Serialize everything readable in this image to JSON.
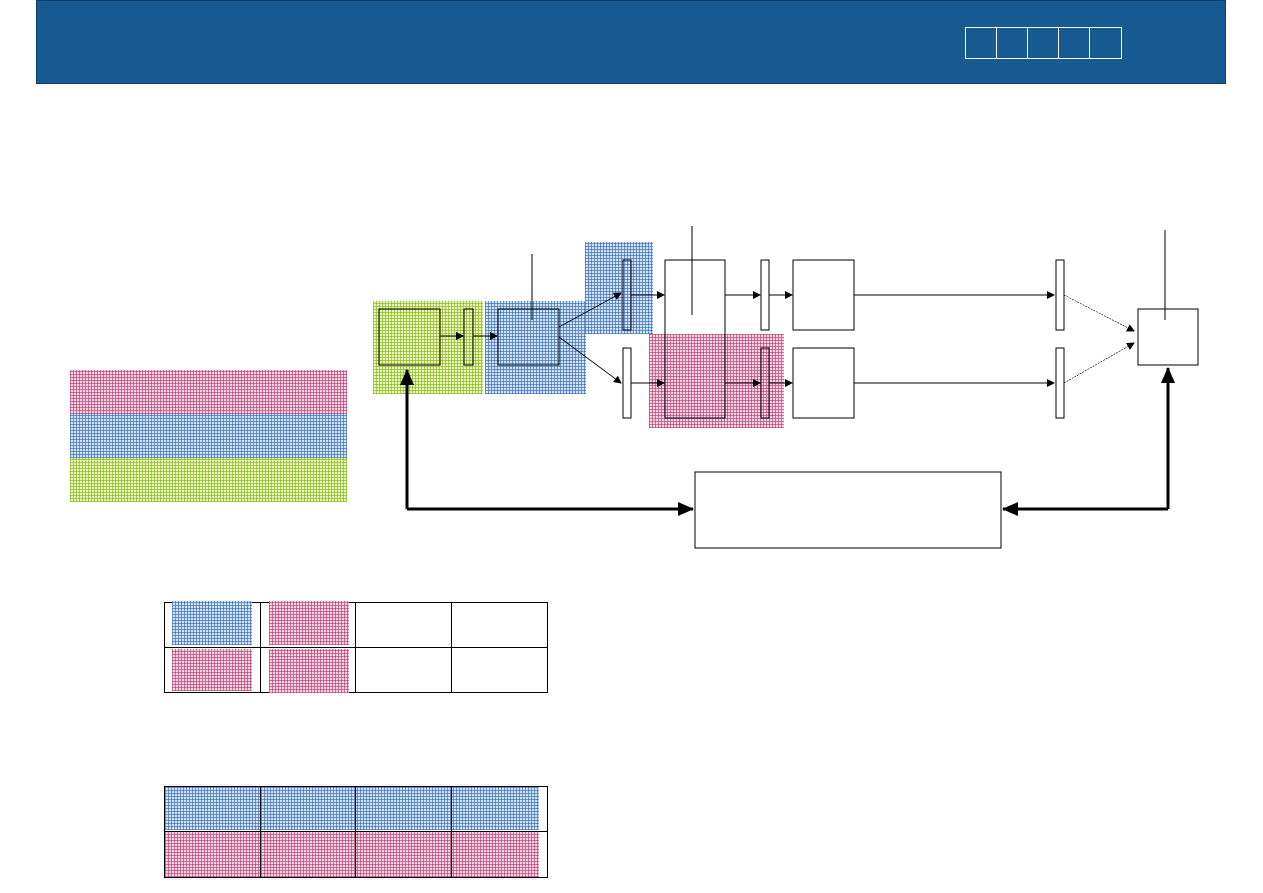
{
  "header": {
    "background_color": "#175a91",
    "nav_boxes": [
      "",
      "",
      "",
      "",
      ""
    ]
  },
  "legend": {
    "bands": [
      {
        "color": "pink"
      },
      {
        "color": "blue"
      },
      {
        "color": "green"
      }
    ]
  },
  "diagram": {
    "colors": {
      "pink": "#f3d2e0",
      "blue": "#cfe0f1",
      "green": "#e6f3b4",
      "line": "#000000"
    }
  },
  "table_top": {
    "rows": [
      [
        "blue",
        "pink",
        "",
        ""
      ],
      [
        "pink",
        "pink",
        "",
        ""
      ]
    ]
  },
  "table_bottom": {
    "rows": [
      [
        "blue",
        "blue",
        "blue",
        "blue"
      ],
      [
        "pink",
        "pink",
        "pink",
        "pink"
      ]
    ]
  }
}
